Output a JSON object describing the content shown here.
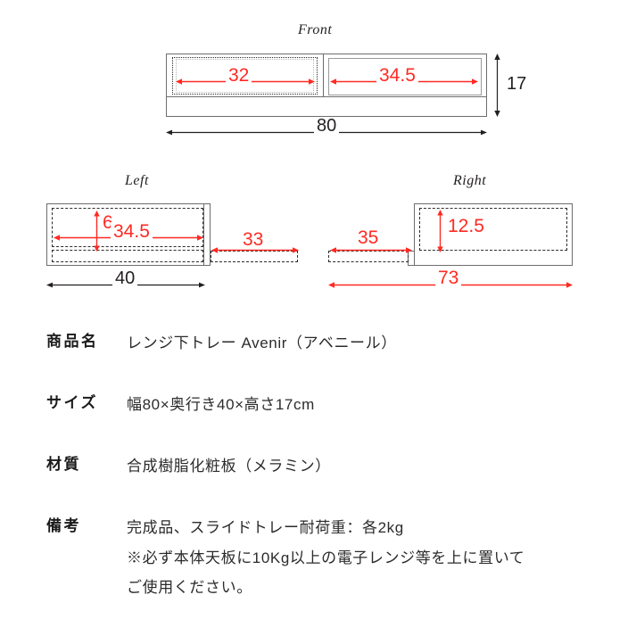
{
  "diagrams": {
    "front": {
      "label": "Front",
      "dims": {
        "inner_left": "32",
        "inner_right": "34.5",
        "height": "17",
        "width": "80"
      }
    },
    "left": {
      "label": "Left",
      "dims": {
        "tray_height": "6",
        "tray_depth": "34.5",
        "slide_out": "33",
        "depth": "40"
      }
    },
    "right": {
      "label": "Right",
      "dims": {
        "slide_out": "35",
        "tray_height": "12.5",
        "total": "73"
      }
    },
    "colors": {
      "dimension_red": "#ff2a22",
      "dimension_black": "#231f20",
      "outline_gray": "#6d6d6d"
    }
  },
  "spec": {
    "rows": [
      {
        "key": "商品名",
        "lines": [
          "レンジ下トレー Avenir（アベニール）"
        ]
      },
      {
        "key": "サイズ",
        "lines": [
          "幅80×奥行き40×高さ17cm"
        ]
      },
      {
        "key": "材質",
        "lines": [
          "合成樹脂化粧板（メラミン）"
        ]
      },
      {
        "key": "備考",
        "lines": [
          "完成品、スライドトレー耐荷重：各2kg",
          "※必ず本体天板に10Kg以上の電子レンジ等を上に置いて",
          "ご使用ください。"
        ]
      }
    ]
  }
}
